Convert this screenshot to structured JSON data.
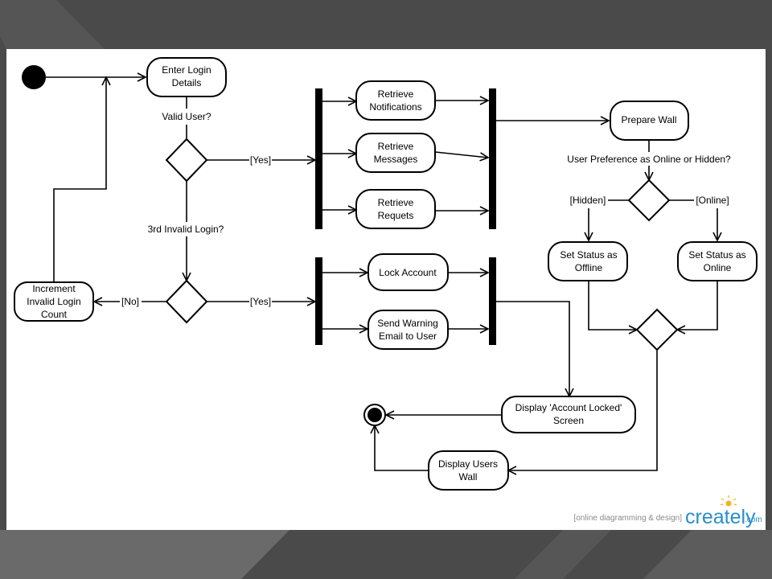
{
  "nodes": {
    "enter_login": [
      "Enter Login",
      "Details"
    ],
    "increment": [
      "Increment",
      "Invalid Login",
      "Count"
    ],
    "retrieve_notifications": [
      "Retrieve",
      "Notifications"
    ],
    "retrieve_messages": [
      "Retrieve",
      "Messages"
    ],
    "retrieve_requests": [
      "Retrieve",
      "Requets"
    ],
    "lock_account": [
      "Lock Account"
    ],
    "send_warning": [
      "Send Warning",
      "Email to User"
    ],
    "prepare_wall": [
      "Prepare Wall"
    ],
    "set_offline": [
      "Set Status as",
      "Offline"
    ],
    "set_online": [
      "Set Status as",
      "Online"
    ],
    "display_locked": [
      "Display 'Account Locked'",
      "Screen"
    ],
    "display_wall": [
      "Display Users",
      "Wall"
    ]
  },
  "labels": {
    "valid_user": "Valid User?",
    "invalid_3rd": "3rd Invalid Login?",
    "yes_1": "[Yes]",
    "yes_2": "[Yes]",
    "no": "[No]",
    "user_pref": "User Preference as Online or Hidden?",
    "hidden": "[Hidden]",
    "online": "[Online]"
  },
  "watermark": {
    "tagline": "[online diagramming & design]",
    "brand": "creately",
    "suffix": ".com"
  }
}
